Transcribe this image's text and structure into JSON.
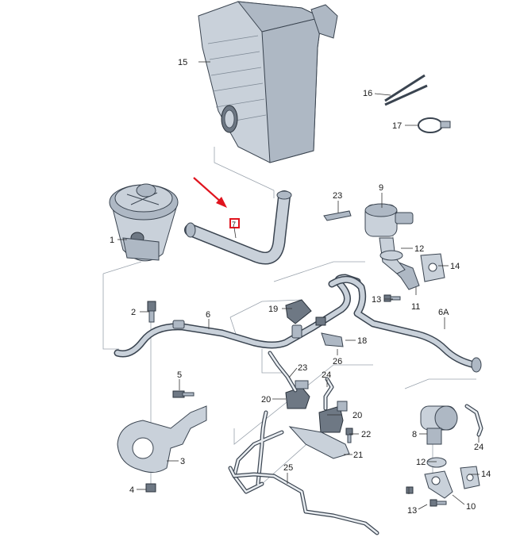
{
  "labels": {
    "p1": "1",
    "p2": "2",
    "p3": "3",
    "p4": "4",
    "p5": "5",
    "p6": "6",
    "p6a": "6A",
    "p7": "7",
    "p8": "8",
    "p9": "9",
    "p10": "10",
    "p11": "11",
    "p12a": "12",
    "p12b": "12",
    "p13a": "13",
    "p13b": "13",
    "p14a": "14",
    "p14b": "14",
    "p15": "15",
    "p16": "16",
    "p17": "17",
    "p18": "18",
    "p19": "19",
    "p20a": "20",
    "p20b": "20",
    "p21": "21",
    "p22": "22",
    "p23a": "23",
    "p23b": "23",
    "p24a": "24",
    "p24b": "24",
    "p25": "25",
    "p26": "26"
  },
  "colors": {
    "highlight": "#e0141e",
    "part": "#c9d1da",
    "outline": "#3a4450"
  }
}
